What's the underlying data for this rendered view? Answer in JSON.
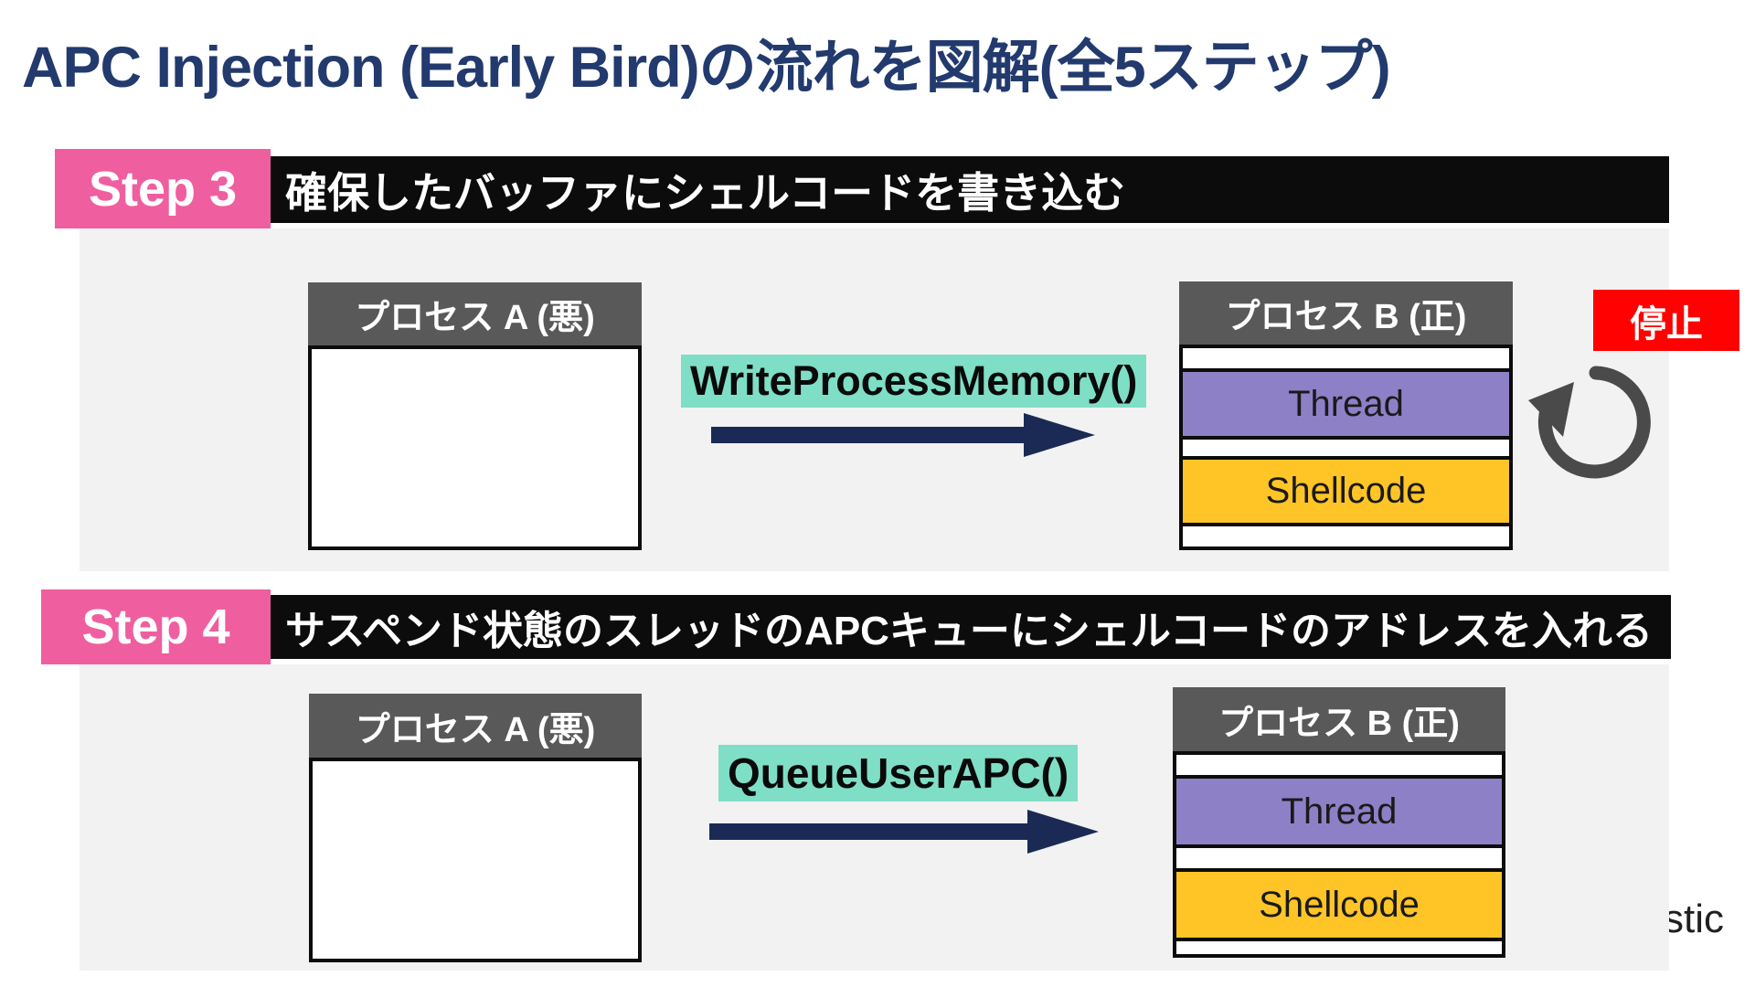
{
  "title": "APC Injection (Early Bird)の流れを図解(全5ステップ)",
  "watermark": "stic",
  "steps": [
    {
      "label": "Step 3",
      "heading": "確保したバッファにシェルコードを書き込む",
      "api_label": "WriteProcessMemory()",
      "process_a_title": "プロセス A (悪)",
      "process_b_title": "プロセス B (正)",
      "thread_label": "Thread",
      "shellcode_label": "Shellcode",
      "status_badge": "停止"
    },
    {
      "label": "Step 4",
      "heading": "サスペンド状態のスレッドのAPCキューにシェルコードのアドレスを入れる",
      "api_label": "QueueUserAPC()",
      "process_a_title": "プロセス A (悪)",
      "process_b_title": "プロセス B (正)",
      "thread_label": "Thread",
      "shellcode_label": "Shellcode"
    }
  ],
  "colors": {
    "title_navy": "#223a6d",
    "arrow_navy": "#1b2a55",
    "step_pink": "#ef5f9f",
    "bar_black": "#0c0c0c",
    "panel_gray": "#f2f2f2",
    "header_gray": "#595959",
    "thread_purple": "#8e80c7",
    "shellcode_yellow": "#ffc527",
    "api_teal": "#7fdec6",
    "stop_red": "#fe0100",
    "loop_gray": "#4a4a4a"
  }
}
